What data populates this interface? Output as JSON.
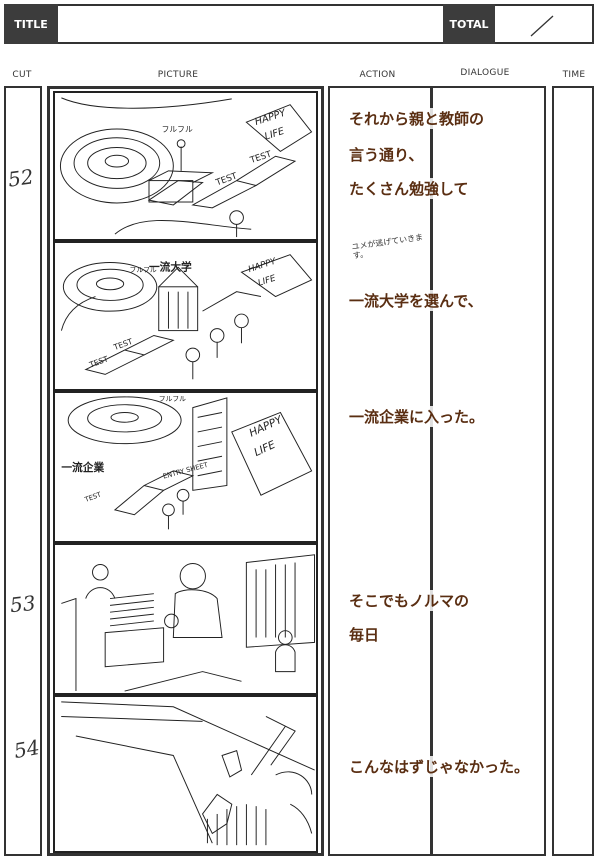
{
  "header": {
    "title_label": "TITLE",
    "total_label": "TOTAL"
  },
  "columns": {
    "cut": "CUT",
    "picture": "PICTURE",
    "action": "ACTION",
    "dialogue": "DIALOGUE",
    "time": "TIME"
  },
  "cuts": [
    {
      "number": "52"
    },
    {
      "number": "53"
    },
    {
      "number": "54"
    }
  ],
  "dialogue": [
    "それから親と教師の",
    "言う通り、",
    "たくさん勉強して",
    "一流大学を選んで、",
    "一流企業に入った。",
    "そこでもノルマの",
    "毎日",
    "こんなはずじゃなかった。"
  ],
  "sketch_text": {
    "happy": "HAPPY",
    "life": "LIFE",
    "test": "TEST",
    "furufuru": "フルフル",
    "ichiryu_daigaku": "一流大学",
    "ichiryu_kigyou": "一流企業",
    "entry_sheet": "ENTRY SHEET",
    "yume_note": "ユメが逃げていきます。"
  },
  "colors": {
    "border": "#333333",
    "header_label_bg": "#3c3c3c",
    "dialogue_text": "#5a2e12"
  }
}
